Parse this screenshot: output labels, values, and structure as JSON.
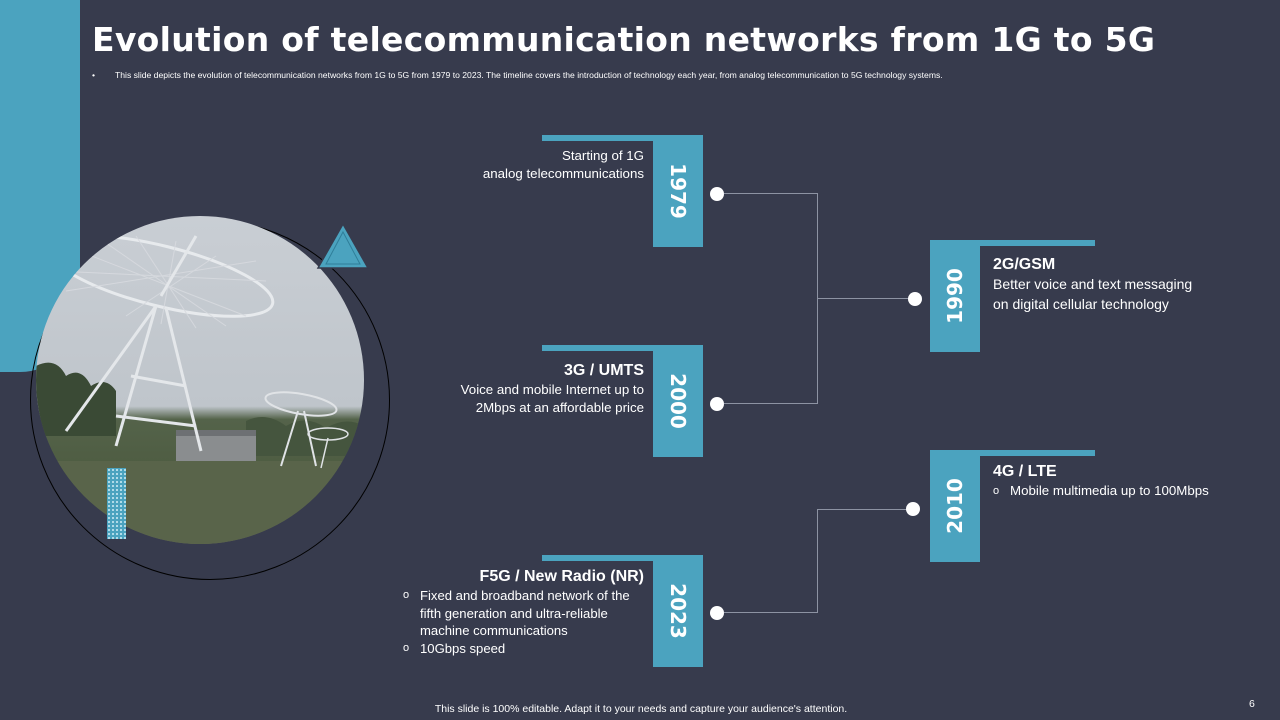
{
  "title": "Evolution of telecommunication networks from 1G to 5G",
  "subtitle": "This slide depicts the evolution of telecommunication  networks from 1G to 5G  from 1979 to 2023. The timeline  covers the introduction of technology each year,  from analog  telecommunication  to 5G technology systems.",
  "bullet_char": "•",
  "timeline": {
    "y1979": {
      "year": "1979",
      "lines": [
        "Starting of 1G",
        "analog telecommunications"
      ]
    },
    "y2000": {
      "year": "2000",
      "heading": "3G / UMTS",
      "lines": [
        "Voice and mobile Internet up to",
        "2Mbps at an affordable price"
      ]
    },
    "y2023": {
      "year": "2023",
      "heading": "F5G / New Radio (NR)",
      "bullets": [
        "Fixed and broadband  network of the fifth generation and ultra-reliable machine communications",
        "10Gbps speed"
      ]
    },
    "y1990": {
      "year": "1990",
      "heading": "2G/GSM",
      "lines": [
        "Better voice and text messaging",
        "on digital cellular technology"
      ]
    },
    "y2010": {
      "year": "2010",
      "heading": "4G / LTE",
      "bullets": [
        "Mobile multimedia up to 100Mbps"
      ]
    }
  },
  "footer": "This slide is 100% editable. Adapt it to your needs and capture your audience's attention.",
  "page_number": "6",
  "colors": {
    "background": "#373b4d",
    "accent": "#4ba3bf",
    "connector": "#8d93a3",
    "text": "#ffffff"
  }
}
